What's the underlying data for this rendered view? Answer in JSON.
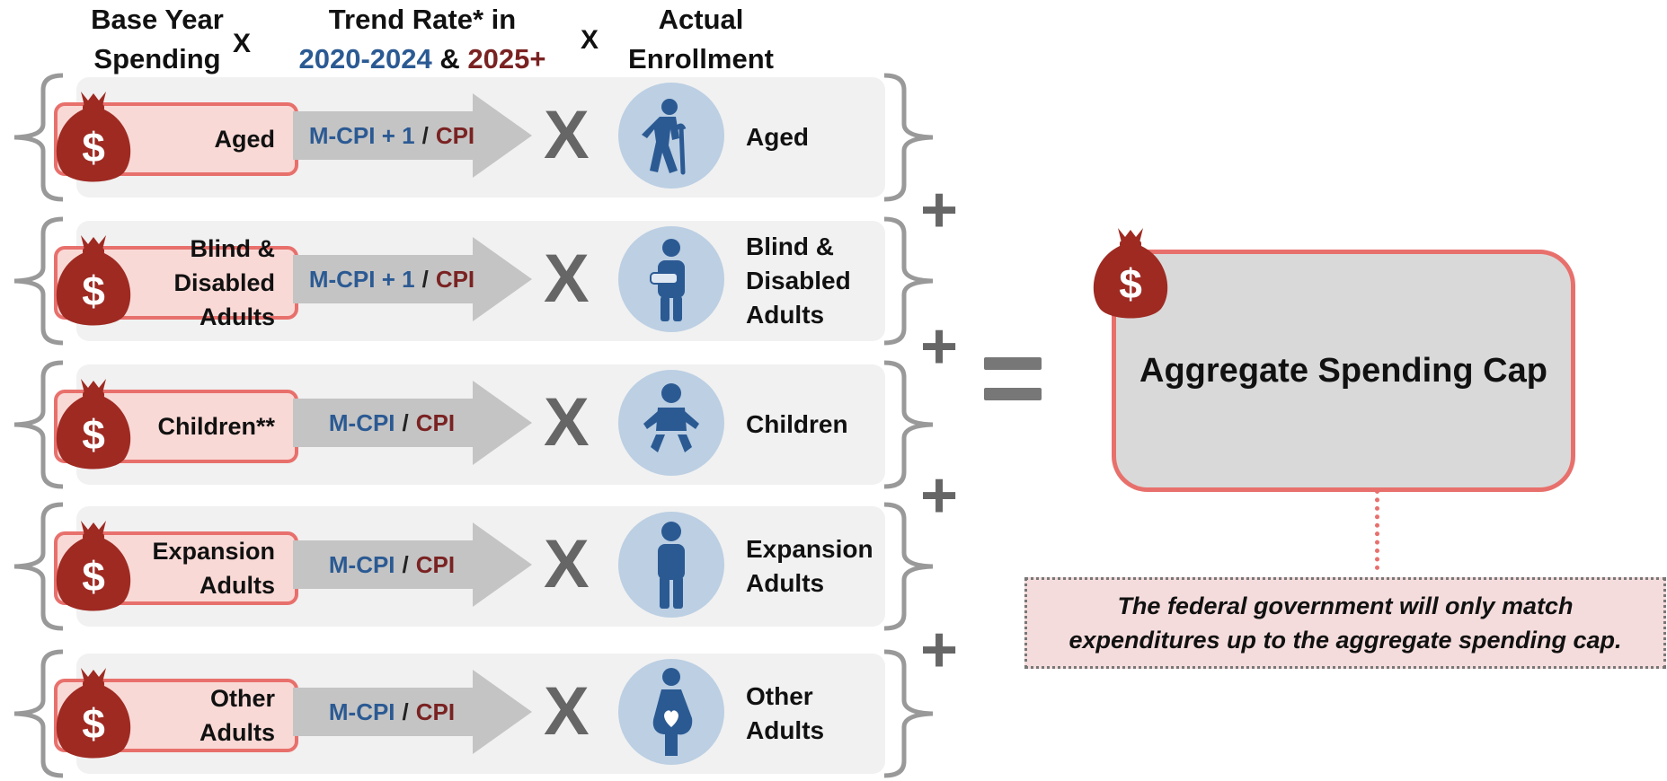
{
  "header": {
    "col1_line1": "Base Year",
    "col1_line2": "Spending",
    "x1": "X",
    "col2_line1": "Trend Rate* in",
    "col2_period1": "2020-2024",
    "col2_amp": "&",
    "col2_period2": "2025+",
    "x2": "X",
    "col3_line1": "Actual",
    "col3_line2": "Enrollment"
  },
  "rows": [
    {
      "spend_label": "Aged",
      "rate_a": "M-CPI + 1",
      "rate_sep": "/",
      "rate_b": "CPI",
      "times": "X",
      "icon": "elderly-person-icon",
      "enroll_label": "Aged"
    },
    {
      "spend_label": "Blind &\nDisabled\nAdults",
      "rate_a": "M-CPI + 1",
      "rate_sep": "/",
      "rate_b": "CPI",
      "times": "X",
      "icon": "person-with-sling-icon",
      "enroll_label": "Blind &\nDisabled\nAdults"
    },
    {
      "spend_label": "Children**",
      "rate_a": "M-CPI",
      "rate_sep": "/",
      "rate_b": "CPI",
      "times": "X",
      "icon": "baby-icon",
      "enroll_label": "Children"
    },
    {
      "spend_label": "Expansion\nAdults",
      "rate_a": "M-CPI",
      "rate_sep": "/",
      "rate_b": "CPI",
      "times": "X",
      "icon": "person-icon",
      "enroll_label": "Expansion\nAdults"
    },
    {
      "spend_label": "Other\nAdults",
      "rate_a": "M-CPI",
      "rate_sep": "/",
      "rate_b": "CPI",
      "times": "X",
      "icon": "pregnant-person-icon",
      "enroll_label": "Other\nAdults"
    }
  ],
  "plus_sign": "+",
  "currency_symbol": "$",
  "cap": {
    "label": "Aggregate Spending Cap"
  },
  "note": "The federal government will only match\nexpenditures up to the aggregate spending cap.",
  "colors": {
    "blue": "#2b5a93",
    "dark_red": "#7a2222",
    "bag_red": "#9e2a22",
    "box_fill": "#f9d9d6",
    "box_border": "#e8706c",
    "icon_circle": "#bccfe3",
    "icon_figure": "#2b5a93",
    "arrow_gray": "#c4c4c4"
  }
}
